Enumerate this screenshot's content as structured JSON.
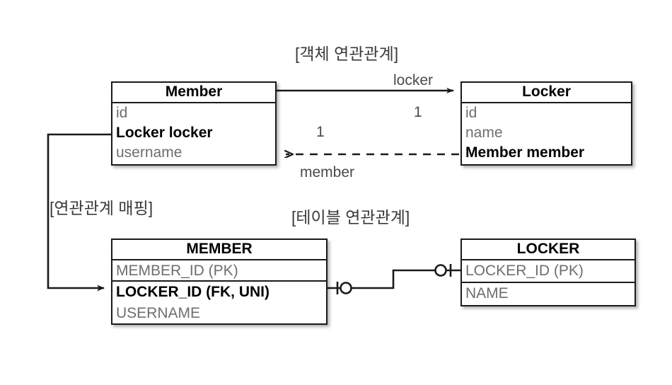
{
  "diagram": {
    "captions": {
      "object_association": "[객체 연관관계]",
      "association_mapping": "[연관관계 매핑]",
      "table_association": "[테이블 연관관계]"
    },
    "edge_labels": {
      "locker": "locker",
      "locker_cardinality": "1",
      "member": "member",
      "member_cardinality": "1"
    },
    "object_model": {
      "member": {
        "title": "Member",
        "fields": [
          {
            "label": "id",
            "bold": false
          },
          {
            "label": "Locker locker",
            "bold": true
          },
          {
            "label": "username",
            "bold": false
          }
        ]
      },
      "locker": {
        "title": "Locker",
        "fields": [
          {
            "label": "id",
            "bold": false
          },
          {
            "label": "name",
            "bold": false
          },
          {
            "label": "Member member",
            "bold": true
          }
        ]
      }
    },
    "database_model": {
      "member": {
        "title": "MEMBER",
        "columns": [
          {
            "label": "MEMBER_ID (PK)",
            "bold": false
          },
          {
            "label": "LOCKER_ID (FK, UNI)",
            "bold": true
          },
          {
            "label": "USERNAME",
            "bold": false
          }
        ]
      },
      "locker": {
        "title": "LOCKER",
        "columns": [
          {
            "label": "LOCKER_ID (PK)",
            "bold": false
          },
          {
            "label": "NAME",
            "bold": false
          }
        ]
      }
    },
    "colors": {
      "stroke": "#1a1a1a",
      "muted_text": "#6e6e6e",
      "strong_text": "#000000",
      "caption_text": "#3a3a3a",
      "background": "#ffffff"
    }
  }
}
